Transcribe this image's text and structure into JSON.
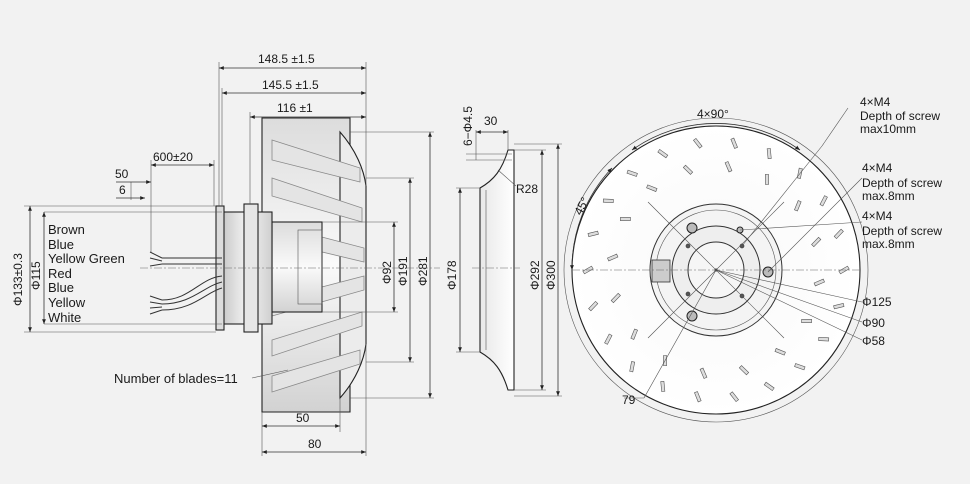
{
  "side_view": {
    "dim_overall": "148.5 ±1.5",
    "dim_body": "145.5 ±1.5",
    "dim_impeller": "116 ±1",
    "dim_lead_length": "600±20",
    "dim_strip_50": "50",
    "dim_strip_6": "6",
    "dim_d133": "Φ133±0.3",
    "dim_d115": "Φ115",
    "dim_d92": "Φ92",
    "dim_d191": "Φ191",
    "dim_d281": "Φ281",
    "dim_bottom_50": "50",
    "dim_bottom_80": "80",
    "blades_note": "Number of blades=11",
    "wires": [
      "Brown",
      "Blue",
      "Yellow Green",
      "Red",
      "Blue",
      "Yellow",
      "White"
    ]
  },
  "inlet_ring": {
    "dim_holes": "6−Φ4.5",
    "dim_30": "30",
    "dim_r28": "R28",
    "dim_d178": "Φ178",
    "dim_d292": "Φ292",
    "dim_d300": "Φ300"
  },
  "front_view": {
    "dim_angle_4x90": "4×90°",
    "dim_angle_45": "45°",
    "callout_1_title": "4×M4",
    "callout_1_depth": "Depth of screw",
    "callout_1_value": "max10mm",
    "callout_2_title": "4×M4",
    "callout_2_depth": "Depth of screw",
    "callout_2_value": "max.8mm",
    "callout_3_title": "4×M4",
    "callout_3_depth": "Depth of screw",
    "callout_3_value": "max.8mm",
    "dim_d125": "Φ125",
    "dim_d90": "Φ90",
    "dim_d58": "Φ58",
    "dim_79": "79"
  }
}
